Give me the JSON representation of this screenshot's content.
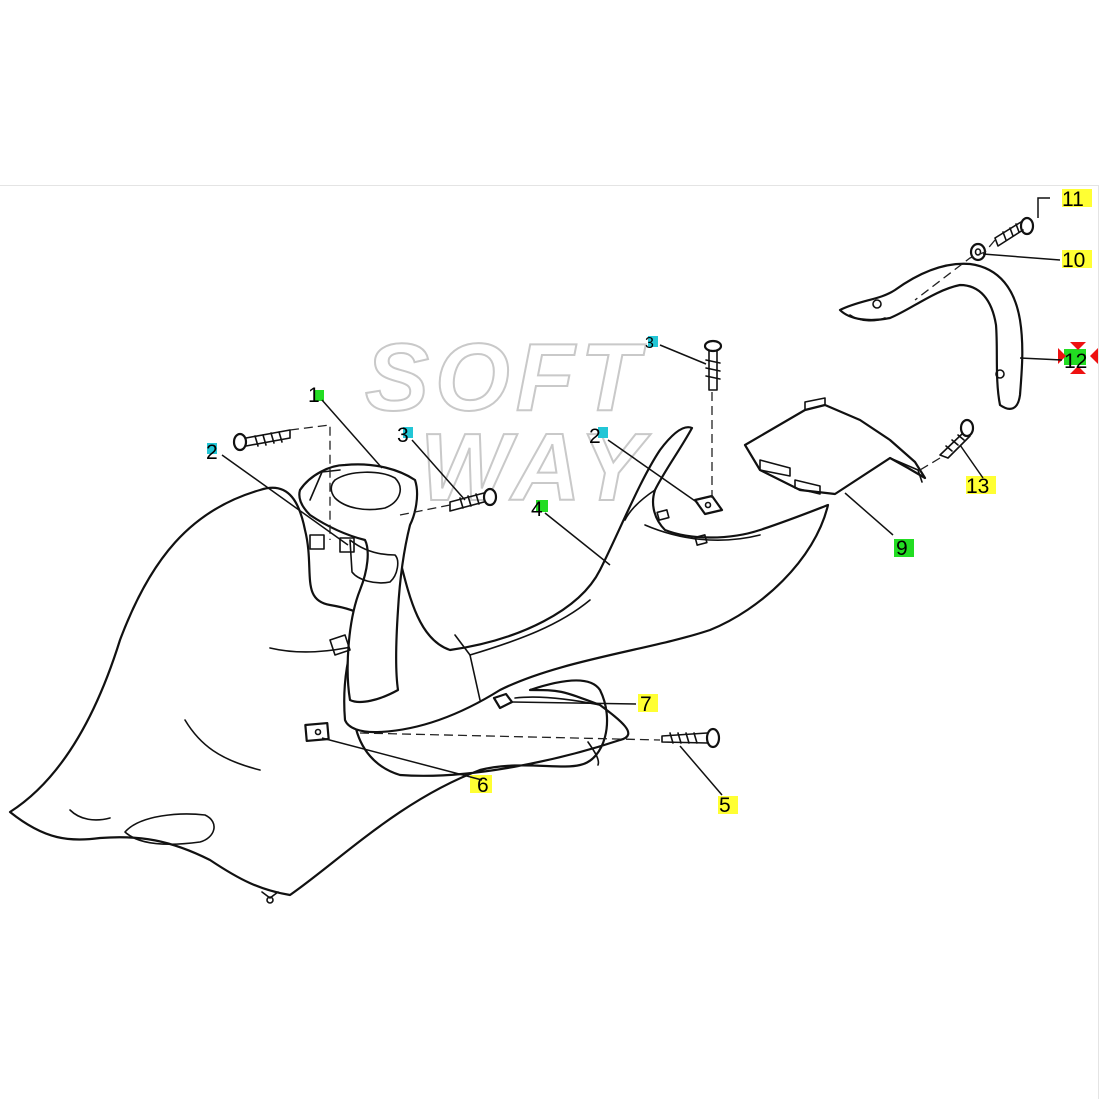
{
  "watermark": {
    "line1": "SOFT",
    "line2": "WAY"
  },
  "parts": {
    "p1": "1",
    "p2a": "2",
    "p2b": "2",
    "p3a": "3",
    "p3b": "3",
    "p4": "4",
    "p5": "5",
    "p6": "6",
    "p7": "7",
    "p9": "9",
    "p10": "10",
    "p11": "11",
    "p12": "12",
    "p13": "13"
  },
  "colors": {
    "yellow_highlight": "#ffff33",
    "green_highlight": "#22dd22",
    "cyan_highlight": "#22c6d6",
    "red_marker": "#ee1111",
    "line": "#111111"
  }
}
